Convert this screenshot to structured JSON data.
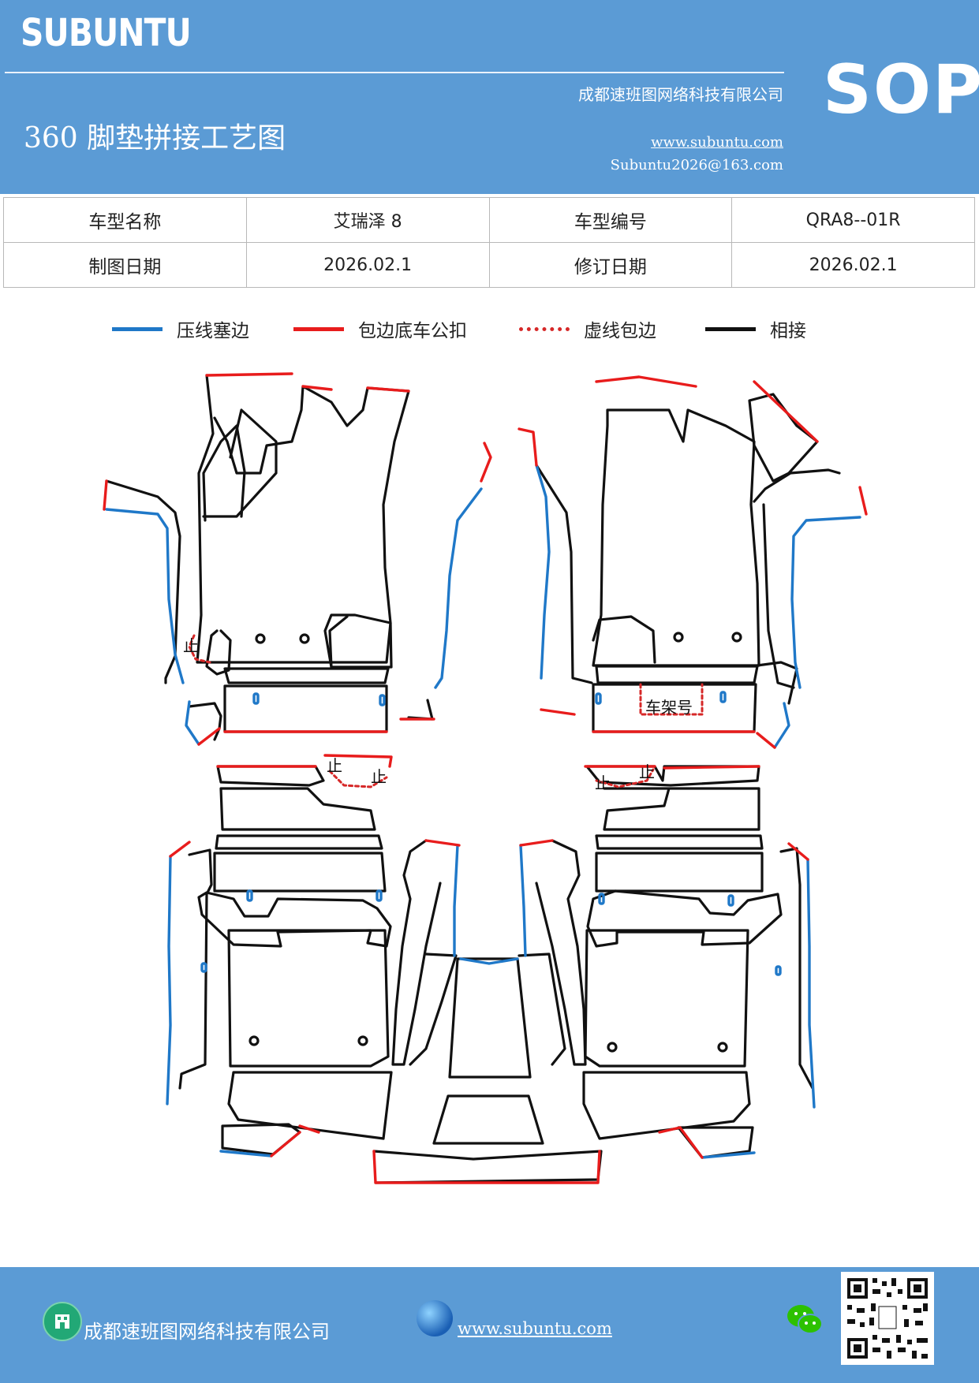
{
  "header": {
    "brand": "SUBUNTU",
    "company": "成都速班图网络科技有限公司",
    "title": "360 脚垫拼接工艺图",
    "url": "www.subuntu.com",
    "email": "Subuntu2026@163.com",
    "badge": "SOP"
  },
  "info": {
    "model_name_label": "车型名称",
    "model_name": "艾瑞泽 8",
    "model_code_label": "车型编号",
    "model_code": "QRA8--01R",
    "draw_date_label": "制图日期",
    "draw_date": "2026.02.1",
    "revise_date_label": "修订日期",
    "revise_date": "2026.02.1"
  },
  "legend": [
    {
      "label": "压线塞边",
      "color": "#1f78c8",
      "style": "solid"
    },
    {
      "label": "包边底车公扣",
      "color": "#e81c1c",
      "style": "solid"
    },
    {
      "label": "虚线包边",
      "color": "#d62828",
      "style": "dotted"
    },
    {
      "label": "相接",
      "color": "#111111",
      "style": "solid"
    }
  ],
  "drawing": {
    "vin_label": "车架号",
    "stop_mark": "止"
  },
  "footer": {
    "company": "成都速班图网络科技有限公司",
    "url": "www.subuntu.com"
  },
  "colors": {
    "brand_blue": "#5b9bd5",
    "line_blue": "#1f78c8",
    "line_red": "#e81c1c",
    "line_black": "#111111"
  }
}
